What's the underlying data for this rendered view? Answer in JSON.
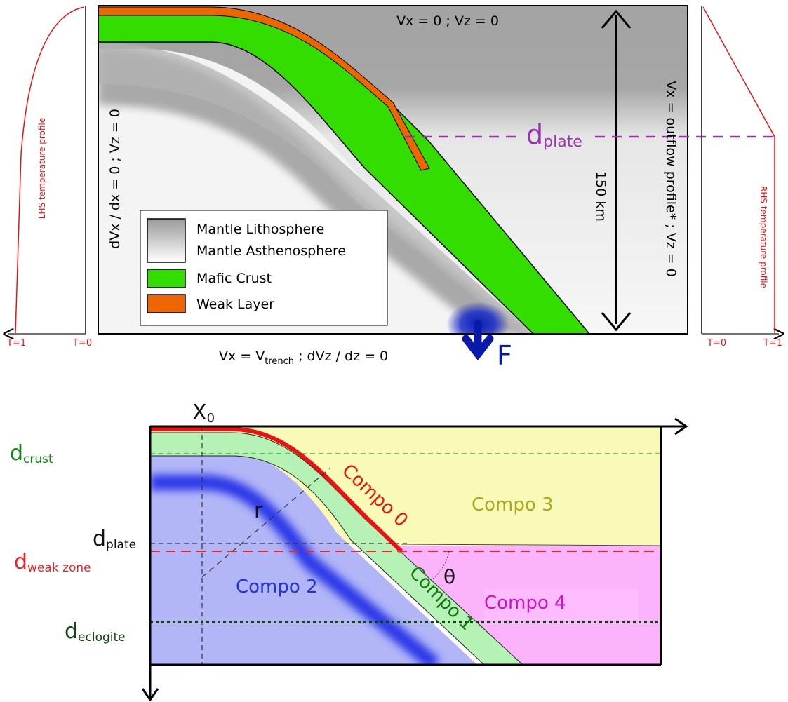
{
  "top_panel": {
    "bc_top": "Vx = 0 ; Vz = 0",
    "bc_left": "dVx / dx = 0 ; Vz = 0",
    "bc_right": "Vx = outflow profile* ; Vz = 0",
    "bc_bottom_vx": "Vx = V",
    "bc_bottom_sub": "trench",
    "bc_bottom_rest": " ; dVz / dz = 0",
    "depth_label": "150 km",
    "d_plate_main": "d",
    "d_plate_sub": "plate",
    "force_label": "F",
    "legend": {
      "items": [
        {
          "label": "Mantle Lithosphere",
          "color": "#a6a6a6"
        },
        {
          "label": "Mantle Asthenosphere",
          "color": "#ffffff"
        },
        {
          "label": "Mafic Crust",
          "color": "#33dd00"
        },
        {
          "label": "Weak Layer",
          "color": "#ee6600"
        }
      ]
    },
    "lhs_profile": {
      "title": "LHS temperature profile",
      "t_left": "T=1",
      "t_right": "T=0"
    },
    "rhs_profile": {
      "title": "RHS temperature profile",
      "t_left": "T=0",
      "t_right": "T=1"
    }
  },
  "bottom_panel": {
    "x0_main": "X",
    "x0_sub": "0",
    "r_label": "r",
    "theta_label": "θ",
    "depths": [
      {
        "main": "d",
        "sub": "crust",
        "color": "#118811"
      },
      {
        "main": "d",
        "sub": "plate",
        "color": "#111111"
      },
      {
        "main": "d",
        "sub": "weak zone",
        "color": "#ee2222"
      },
      {
        "main": "d",
        "sub": "eclogite",
        "color": "#114411"
      }
    ],
    "compo": [
      {
        "label": "Compo 0",
        "color": "#ee1111"
      },
      {
        "label": "Compo 1",
        "color": "#117711"
      },
      {
        "label": "Compo 2",
        "color": "#2233dd"
      },
      {
        "label": "Compo 3",
        "color": "#aaaa22"
      },
      {
        "label": "Compo 4",
        "color": "#cc11cc"
      }
    ]
  }
}
